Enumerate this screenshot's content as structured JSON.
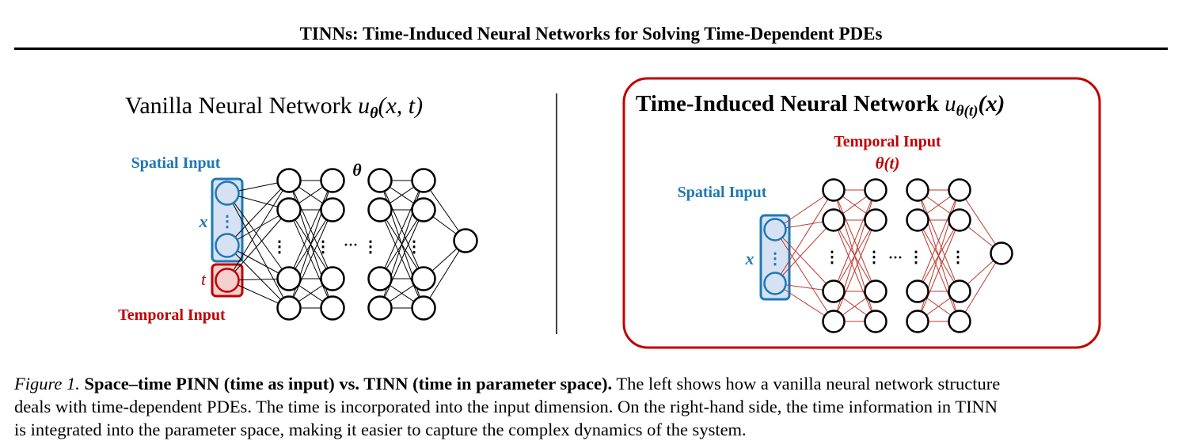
{
  "header": {
    "title": "TINNs: Time-Induced Neural Networks for Solving Time-Dependent PDEs"
  },
  "figure": {
    "left_panel": {
      "title_text": "Vanilla Neural Network ",
      "title_math": {
        "base": "u",
        "sub": "θ",
        "args": "(x, t)"
      },
      "spatial_input_label": "Spatial Input",
      "temporal_input_label": "Temporal Input",
      "x_symbol": "x",
      "t_symbol": "t",
      "theta_symbol": "θ",
      "vdots": "⋮",
      "hdots": "···"
    },
    "right_panel": {
      "title_text": "Time-Induced Neural Network ",
      "title_math": {
        "base": "u",
        "sub": "θ(t)",
        "args": "(x)"
      },
      "temporal_input_label": "Temporal Input",
      "theta_t": "θ(t)",
      "spatial_input_label": "Spatial Input",
      "x_symbol": "x",
      "vdots": "⋮",
      "hdots": "···"
    },
    "colors": {
      "spatial_blue": "#1f78b4",
      "spatial_fill": "#d6e2f3",
      "temporal_red": "#c00000",
      "temporal_fill": "#f6cfcf",
      "panel_border": "#c00000",
      "right_edges": "#c0392b"
    }
  },
  "caption": {
    "label": "Figure 1.",
    "bold_summary": "Space–time PINN (time as input) vs. TINN (time in parameter space).",
    "text_line1": "The left shows how a vanilla neural network structure",
    "text_line2": "deals with time-dependent PDEs. The time is incorporated into the input dimension. On the right-hand side, the time information in TINN",
    "text_line3": "is integrated into the parameter space, making it easier to capture the complex dynamics of the system."
  }
}
